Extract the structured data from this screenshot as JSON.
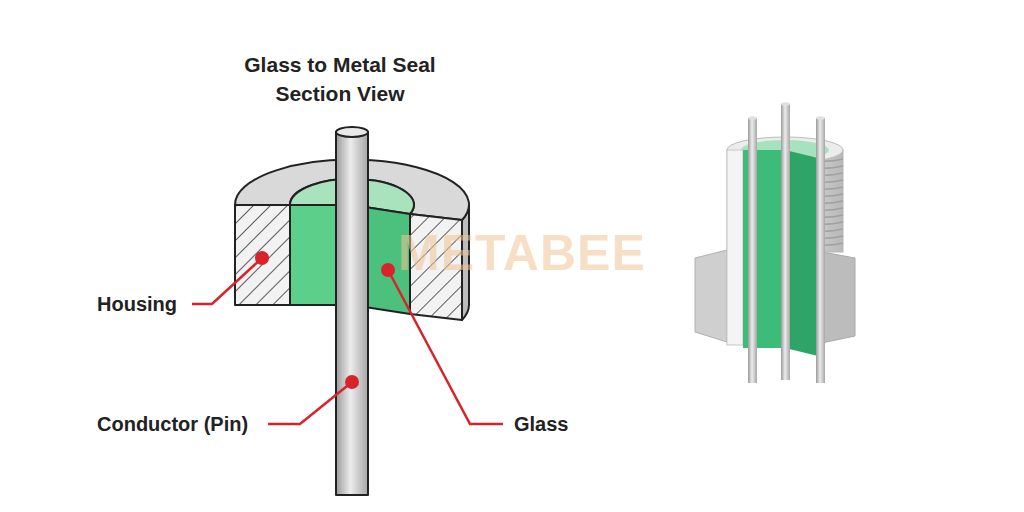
{
  "diagram": {
    "title": "Glass to Metal Seal Section View",
    "labels": [
      "Housing",
      "Conductor (Pin)",
      "Glass",
      "METABEE"
    ]
  }
}
